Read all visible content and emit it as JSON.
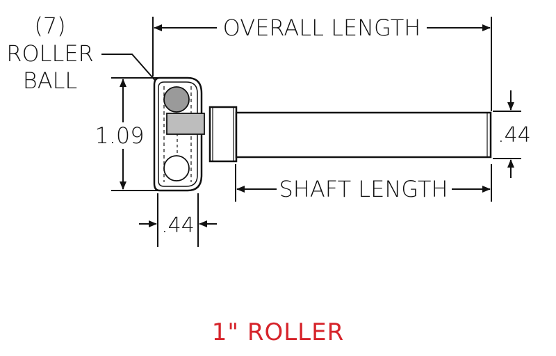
{
  "diagram": {
    "roller_ball_count": "(7)",
    "roller_ball_line1": "ROLLER",
    "roller_ball_line2": "BALL",
    "overall_length_label": "OVERALL LENGTH",
    "shaft_length_label": "SHAFT LENGTH",
    "height_dimension": "1.09",
    "shaft_diameter_dimension": ".44",
    "housing_width_dimension": ".44",
    "caption": "1\" ROLLER"
  },
  "colors": {
    "line": "#111111",
    "ball_fill": "#9a9a9a",
    "block_fill": "#bdbdbd",
    "caption": "#d6242b"
  }
}
